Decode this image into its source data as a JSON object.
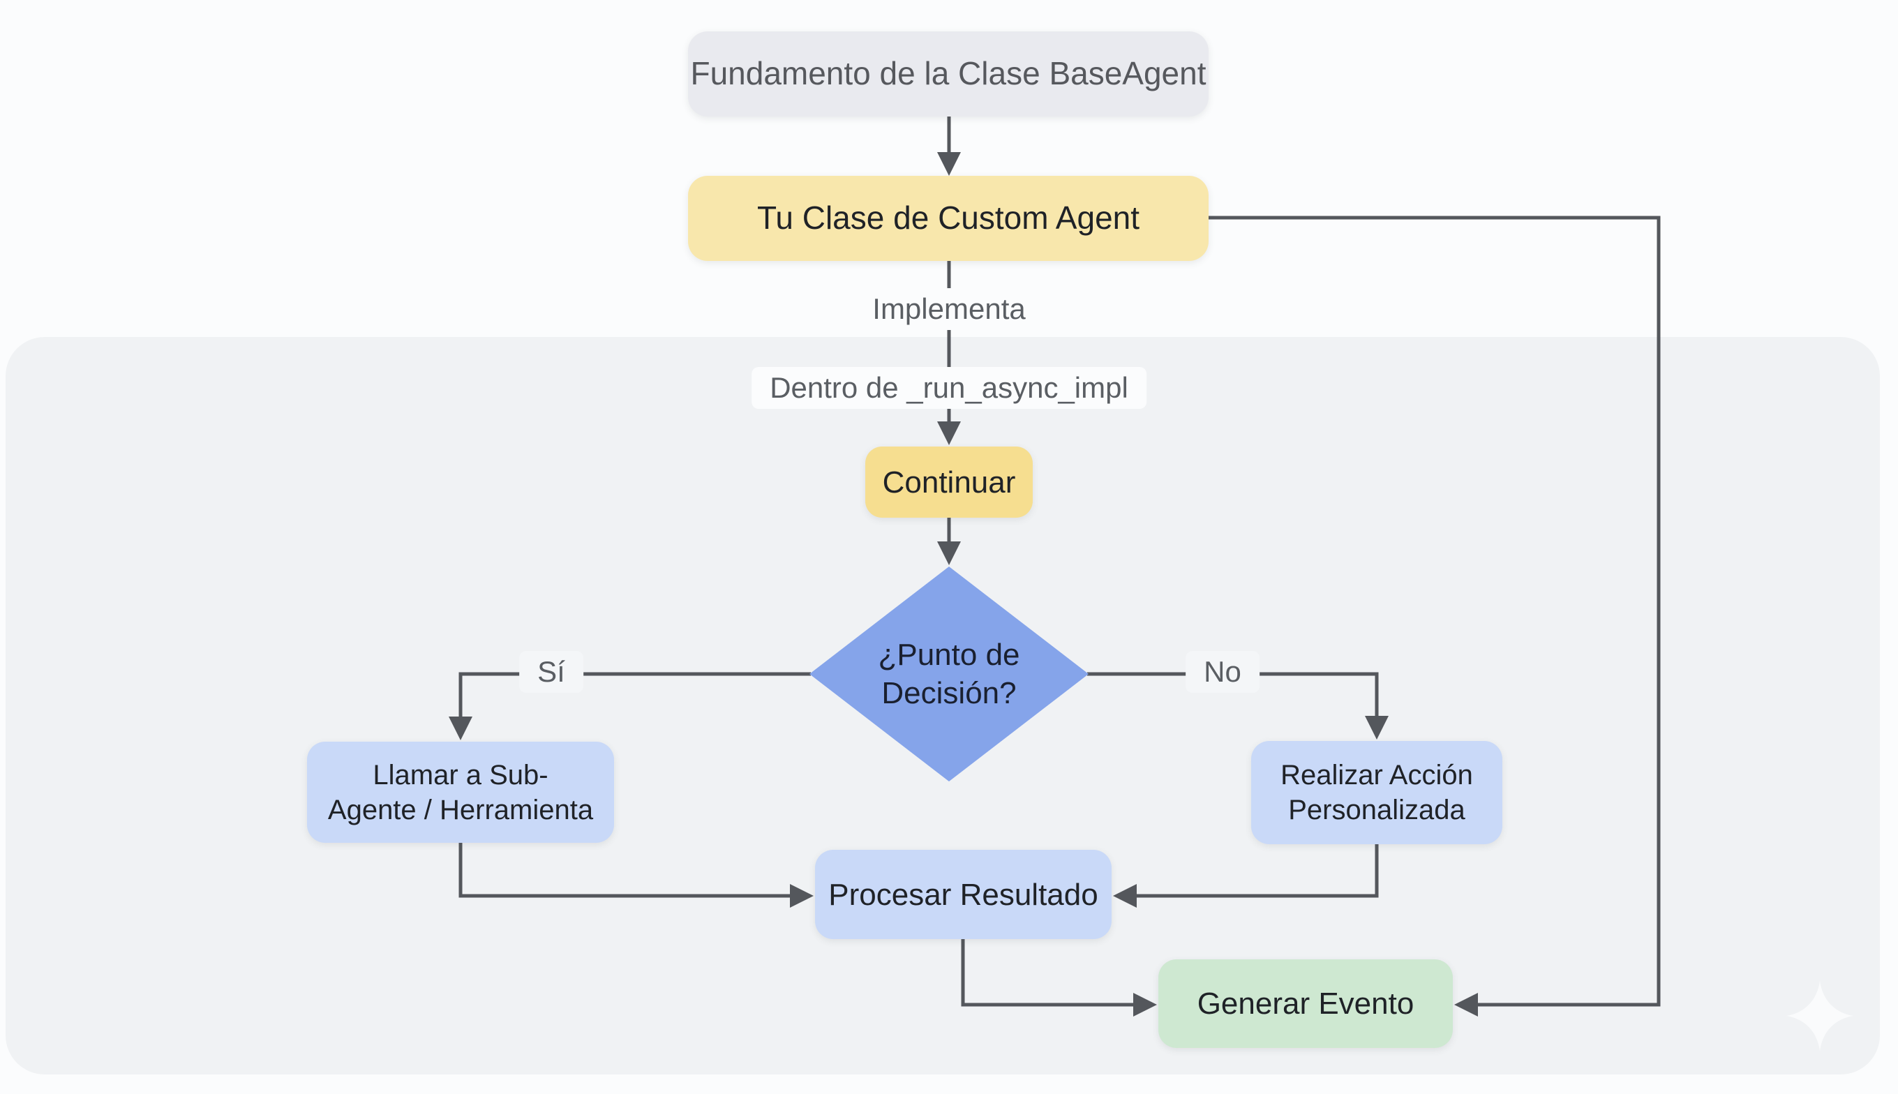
{
  "diagram": {
    "kind": "flowchart",
    "nodes": {
      "base": {
        "label": "Fundamento de la Clase BaseAgent"
      },
      "custom": {
        "label": "Tu Clase de Custom Agent"
      },
      "continuar": {
        "label": "Continuar"
      },
      "decision": {
        "label": "¿Punto de\nDecisión?"
      },
      "llamar": {
        "label": "Llamar a Sub-\nAgente / Herramienta"
      },
      "realizar": {
        "label": "Realizar Acción\nPersonalizada"
      },
      "procesar": {
        "label": "Procesar Resultado"
      },
      "generar": {
        "label": "Generar Evento"
      }
    },
    "edge_labels": {
      "implementa": "Implementa",
      "dentro": "Dentro de _run_async_impl",
      "si": "Sí",
      "no": "No"
    },
    "colors": {
      "background": "#FBFCFD",
      "subgraph_panel": "#F0F2F4",
      "edge_stroke": "#54575C",
      "edge_label_text": "#5A5E63",
      "node_text": "#1F2227",
      "base_fill": "#E9EAEF",
      "custom_fill": "#F8E7AC",
      "continuar_fill": "#F6DE90",
      "decision_fill": "#85A4EA",
      "action_fill": "#C9D9F8",
      "event_fill": "#CEE8D1"
    }
  }
}
